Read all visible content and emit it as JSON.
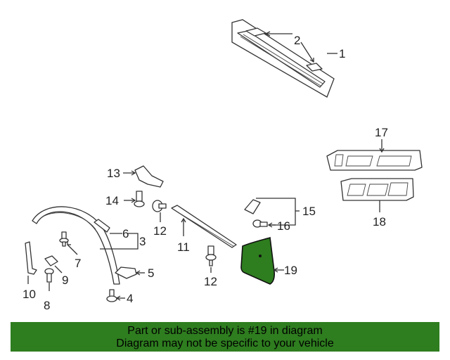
{
  "callouts": {
    "c1": "1",
    "c2": "2",
    "c3": "3",
    "c4": "4",
    "c5": "5",
    "c6": "6",
    "c7": "7",
    "c8": "8",
    "c9": "9",
    "c10": "10",
    "c11": "11",
    "c12a": "12",
    "c12b": "12",
    "c13": "13",
    "c14": "14",
    "c15": "15",
    "c16": "16",
    "c17": "17",
    "c18": "18",
    "c19": "19"
  },
  "banner": {
    "line1": "Part or sub-assembly is #19 in diagram",
    "line2": "Diagram may not be specific to your vehicle"
  },
  "colors": {
    "highlight": "#2e7d1f",
    "line": "#333333"
  }
}
